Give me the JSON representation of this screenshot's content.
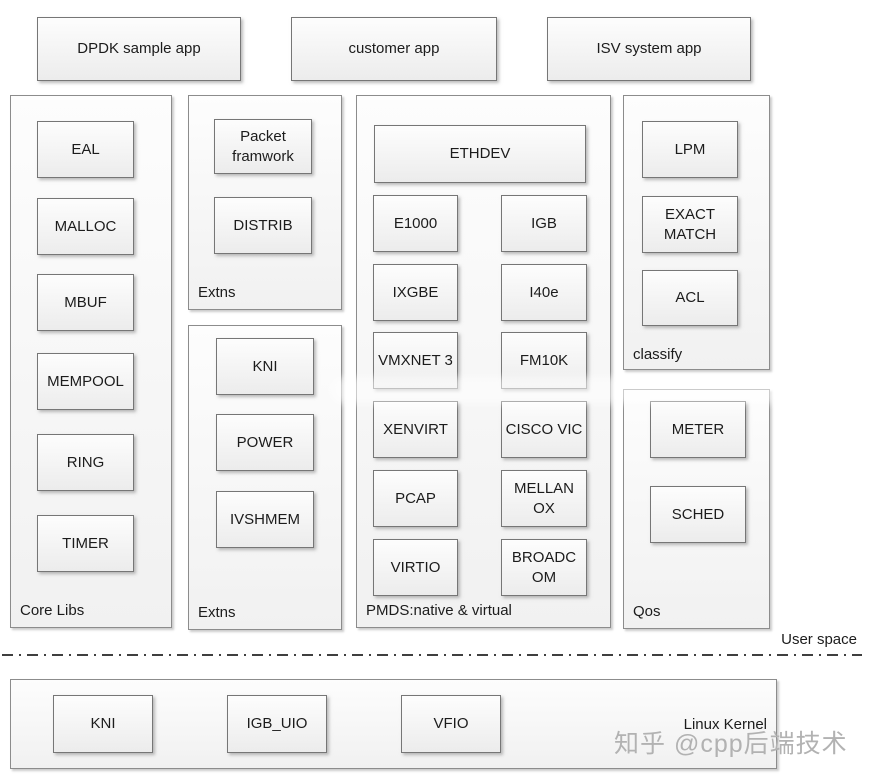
{
  "apps": [
    "DPDK sample app",
    "customer app",
    "ISV system app"
  ],
  "groups": {
    "core_libs": {
      "label": "Core Libs",
      "items": [
        "EAL",
        "MALLOC",
        "MBUF",
        "MEMPOOL",
        "RING",
        "TIMER"
      ]
    },
    "extns_top": {
      "label": "Extns",
      "items": [
        "Packet framwork",
        "DISTRIB"
      ]
    },
    "extns_bottom": {
      "label": "Extns",
      "items": [
        "KNI",
        "POWER",
        "IVSHMEM"
      ]
    },
    "pmds": {
      "label": "PMDS:native & virtual",
      "ethdev": "ETHDEV",
      "left_items": [
        "E1000",
        "IXGBE",
        "VMXNET 3",
        "XENVIRT",
        "PCAP",
        "VIRTIO"
      ],
      "right_items": [
        "IGB",
        "I40e",
        "FM10K",
        "CISCO VIC",
        "MELLAN\nOX",
        "BROADC\nOM"
      ]
    },
    "classify": {
      "label": "classify",
      "items": [
        "LPM",
        "EXACT MATCH",
        "ACL"
      ]
    },
    "qos": {
      "label": "Qos",
      "items": [
        "METER",
        "SCHED"
      ]
    }
  },
  "divider": {
    "label": "User space"
  },
  "kernel": {
    "label": "Linux Kernel",
    "items": [
      "KNI",
      "IGB_UIO",
      "VFIO"
    ]
  },
  "watermark": {
    "text": "知乎 @cpp后端技术"
  },
  "colors": {
    "box_border": "#767676",
    "panel_border": "#8c8c8c",
    "text": "#202020",
    "watermark": "#b2b2b2"
  }
}
